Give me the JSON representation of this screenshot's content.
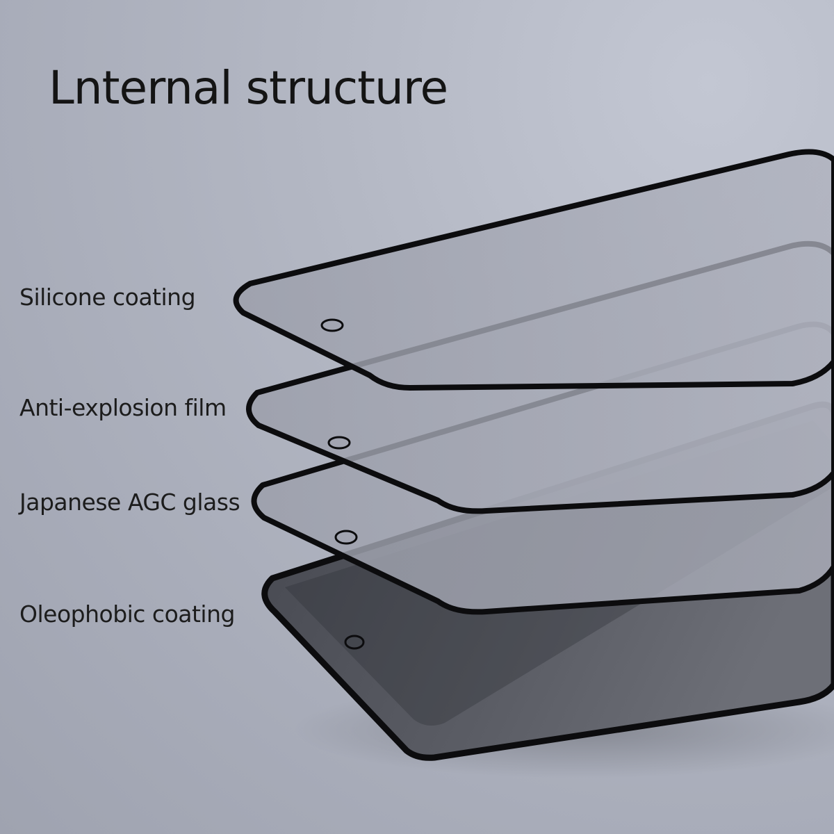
{
  "title": "Lnternal structure",
  "layers": [
    {
      "label": "Silicone coating"
    },
    {
      "label": "Anti-explosion film"
    },
    {
      "label": "Japanese AGC glass"
    },
    {
      "label": "Oleophobic coating"
    }
  ],
  "colors": {
    "background": "#b3b7c3",
    "text": "#141414",
    "film_border": "#0d0d0f",
    "clear_film": "#a9adb9",
    "dark_film": "#3c3e45"
  }
}
